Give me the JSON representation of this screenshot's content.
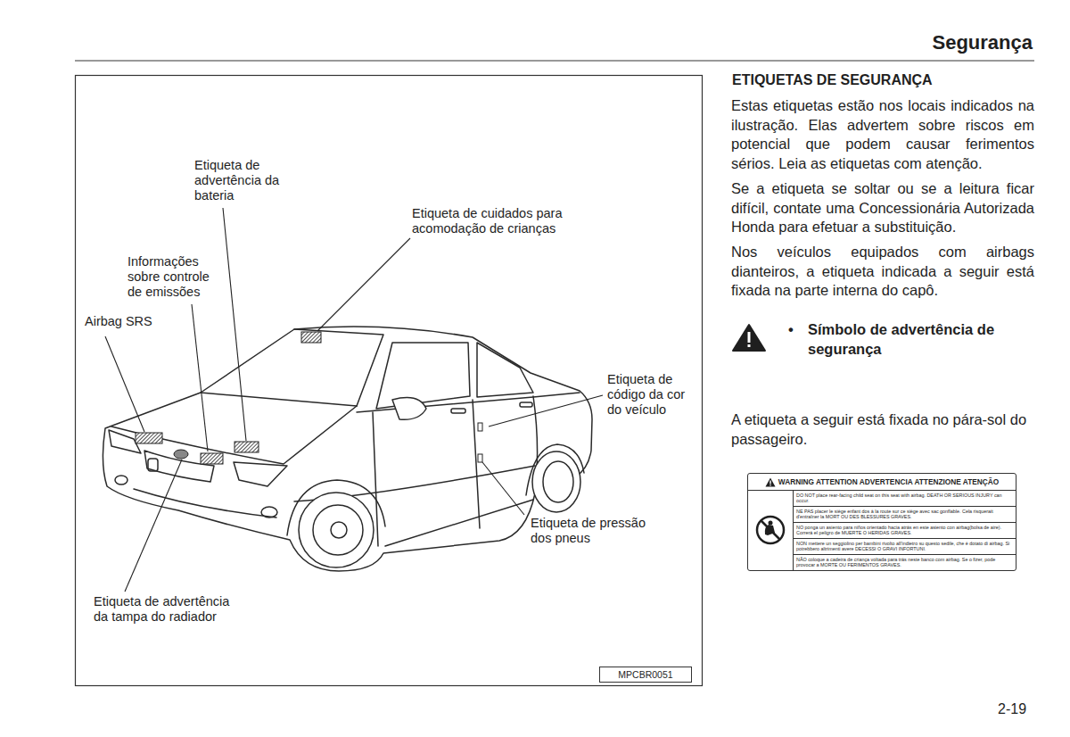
{
  "diagram": {
    "title": "Segurança",
    "nodes": [
      {
        "text": [
          "WARNING ATTENTION ADVERTENCIA ATTENZIONE ATENÇÃO",
          "DO NOT place rear-facing child seat on this seat with airbag. DEATH OR SERIOUS INJURY can occur.",
          "NE PAS placer le siège enfant dos à la route sur ce siège avec sac gonflable. Cela risquerait d'entraîner la MORT OU DES BLESSURES GRAVES.",
          "NO ponga un asiento para niños orientado hacia atrás en este asiento con airbag(bolsa de aire). Correrá el peligro de MUERTE O HERIDAS GRAVES.",
          "NON mettere un seggiolino per bambini rivolto all'indietro su questo sedile, che è dotato di airbag. Si potrebbero altrimenti avere DECESSI O GRAVI INFORTUNI.",
          "NÃO coloque a cadeira de criança voltada para trás neste banco com airbag. Se o fizer, pode provocar a MORTE OU FERIMENTOS GRAVES."
        ]
      },
      {
        "text": [
          "MPCBR0051"
        ]
      }
    ],
    "labels": [
      "ETIQUETAS DE SEGURANÇA",
      "Estas etiquetas estão nos locais indicados na ilustração. Elas advertem sobre riscos em potencial que podem causar ferimentos sérios. Leia as etiquetas com atenção.",
      "Se a etiqueta se soltar ou se a leitura ficar difícil, contate uma Concessionária Autorizada Honda para efetuar a substituição.",
      "Nos veículos equipados com airbags dianteiros, a etiqueta indicada a seguir está fixada na parte interna do capô.",
      "•",
      "Símbolo de advertência de segurança",
      "A etiqueta a seguir está fixada no pára-sol do passageiro.",
      "Etiqueta de advertência da bateria",
      "Etiqueta de cuidados para acomodação de crianças",
      "Informações sobre controle de emissões",
      "Airbag SRS",
      "Etiqueta de código da cor do veículo",
      "Etiqueta de pressão dos pneus",
      "Etiqueta de advertência da tampa do radiador",
      "2-19"
    ]
  }
}
